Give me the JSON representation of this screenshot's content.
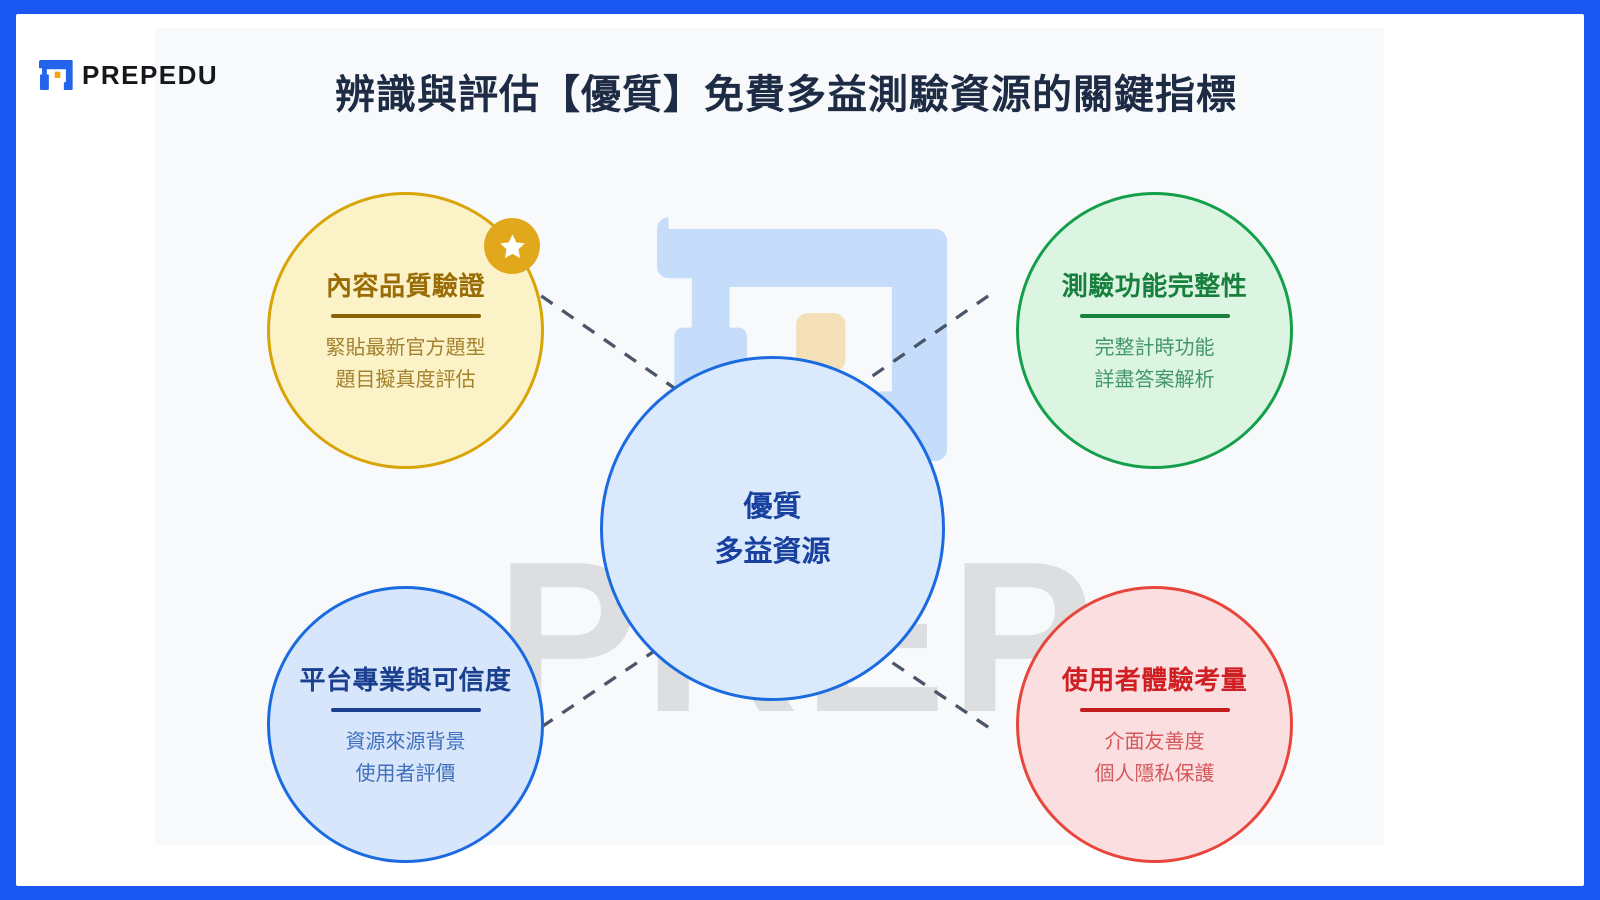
{
  "brand": {
    "name": "PREPEDU",
    "logo_icon": "prep-bracket-logo-icon",
    "watermark_text": "PREP",
    "watermark_mark_icon": "prep-bracket-watermark-icon",
    "blue": "#1a56f0",
    "accent_orange": "#f0a81a"
  },
  "header": {
    "title": "辨識與評估【優質】免費多益測驗資源的關鍵指標"
  },
  "center": {
    "line1": "優質",
    "line2": "多益資源",
    "fill": "#dbe9fd",
    "stroke": "#1a6ae0"
  },
  "badge": {
    "icon": "star-icon",
    "color": "#e0a81a"
  },
  "nodes": [
    {
      "id": "content-quality",
      "title": "內容品質驗證",
      "items": [
        "緊貼最新官方題型",
        "題目擬真度評估"
      ],
      "fill": "#fbf2c8",
      "stroke": "#d9a406",
      "title_color": "#9a6c06",
      "has_star": true
    },
    {
      "id": "test-function",
      "title": "測驗功能完整性",
      "items": [
        "完整計時功能",
        "詳盡答案解析"
      ],
      "fill": "#dcf5e3",
      "stroke": "#14a04a",
      "title_color": "#17803c",
      "has_star": false
    },
    {
      "id": "platform-trust",
      "title": "平台專業與可信度",
      "items": [
        "資源來源背景",
        "使用者評價"
      ],
      "fill": "#d7e6fb",
      "stroke": "#1a6ae0",
      "title_color": "#1b3f8f",
      "has_star": false
    },
    {
      "id": "user-experience",
      "title": "使用者體驗考量",
      "items": [
        "介面友善度",
        "個人隱私保護"
      ],
      "fill": "#fbdfe0",
      "stroke": "#e8453c",
      "title_color": "#cf1f23",
      "has_star": false
    }
  ],
  "connectors": {
    "style": "dashed",
    "color": "#4a5568",
    "count": 4
  }
}
